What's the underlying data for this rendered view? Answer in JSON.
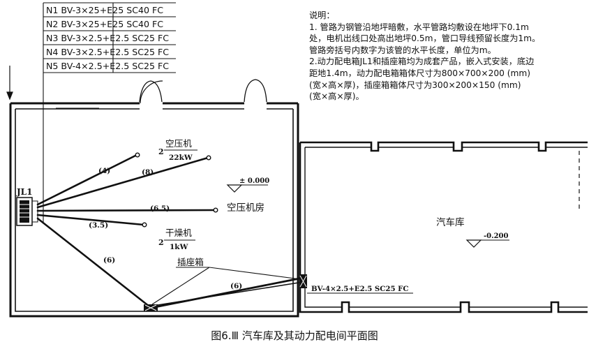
{
  "feeders": [
    "N1 BV-3×25+E25 SC40 FC",
    "N2 BV-3×25+E25 SC40 FC",
    "N3 BV-3×2.5+E2.5 SC25 FC",
    "N4 BV-3×2.5+E2.5 SC25 FC",
    "N5 BV-4×2.5+E2.5 SC25 FC"
  ],
  "notes": [
    "说明：",
    "1. 管路为钢管沿地坪暗敷，水平管路均敷设在地坪下0.1m",
    "处，电机出线口处高出地坪0.5m，管口导线预留长度为1m。",
    "管路旁括号内数字为该管的水平长度，单位为m。",
    "2.动力配电箱JL1和插座箱均为成套产品，嵌入式安装，底边",
    "距地1.4m，动力配电箱箱体尺寸为800×700×200 (mm)",
    "(宽×高×厚)，插座箱箱体尺寸为300×200×150 (mm)",
    "(宽×高×厚)。"
  ],
  "panel_label": "JL1",
  "compressor": {
    "count": "2",
    "name": "空压机",
    "power": "22kW"
  },
  "dryer": {
    "count": "2",
    "name": "干燥机",
    "power": "1kW"
  },
  "room_compressor": "空压机房",
  "room_garage": "汽车库",
  "elevation_compressor": "± 0.000",
  "elevation_garage": "-0.200",
  "runs": {
    "r1": "(4)",
    "r2": "(8)",
    "r3": "(6.5)",
    "r4": "(3.5)",
    "r5": "(6)",
    "r6": "(6)"
  },
  "socket_box_label": "插座箱",
  "socket_cable": "BV-4×2.5+E2.5 SC25 FC",
  "caption": "图6.Ⅲ  汽车库及其动力配电间平面图"
}
